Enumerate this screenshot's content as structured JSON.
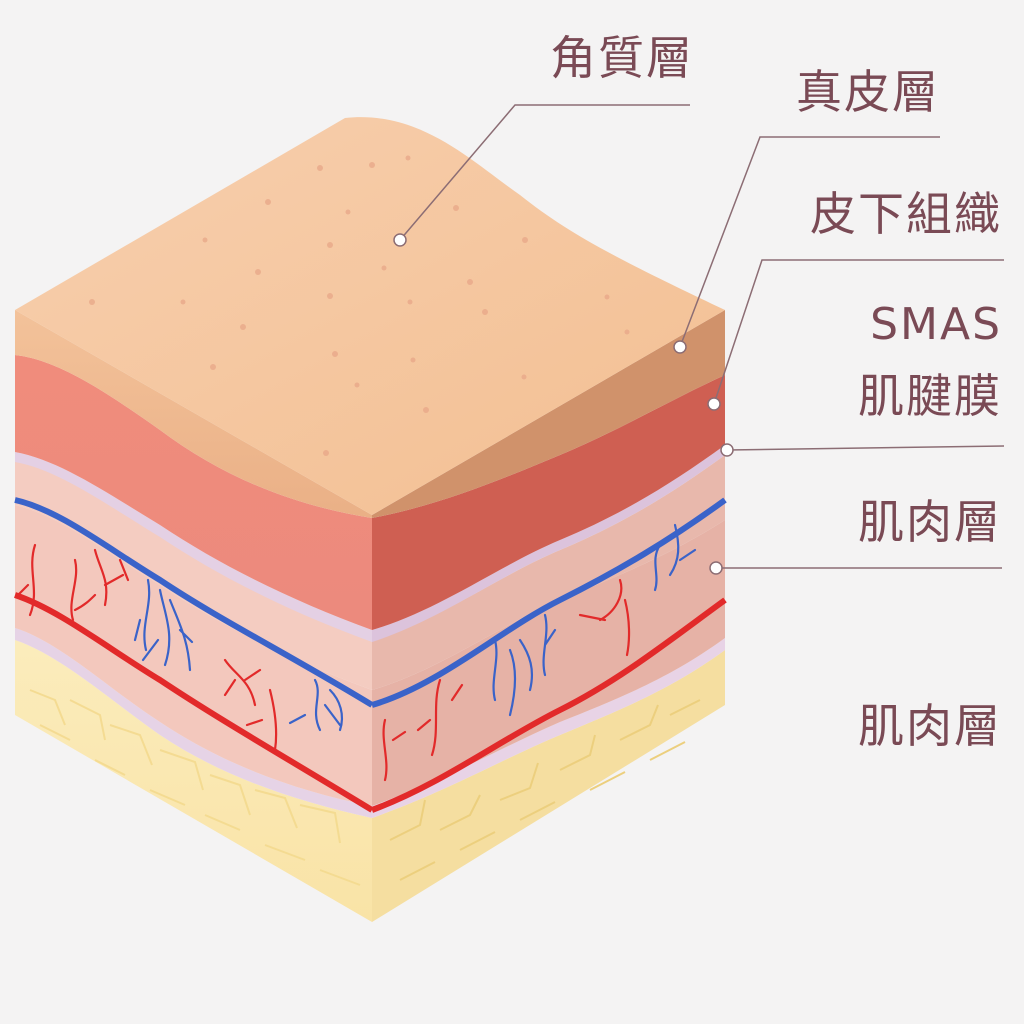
{
  "labels": {
    "stratum_corneum": "角質層",
    "dermis": "真皮層",
    "subcutaneous": "皮下組織",
    "smas_line1": "SMAS",
    "smas_line2": "肌腱膜",
    "muscle_upper": "肌肉層",
    "muscle_lower": "肌肉層"
  },
  "colors": {
    "background": "#f4f3f3",
    "top_surface": "#f6c9a2",
    "epidermis_front": "#efb98f",
    "epidermis_side": "#cf9069",
    "dermis_front": "#ef8a7c",
    "dermis_side": "#cf5e50",
    "membrane": "#e4d1e3",
    "smas_front": "#f3c8bd",
    "smas_side": "#e3ac9f",
    "fat_front": "#fbeab3",
    "fat_side": "#f3dc96",
    "artery": "#e22a2a",
    "vein": "#3a63c9",
    "label_text": "#7a4a55",
    "leader_line": "#8c6d74"
  }
}
